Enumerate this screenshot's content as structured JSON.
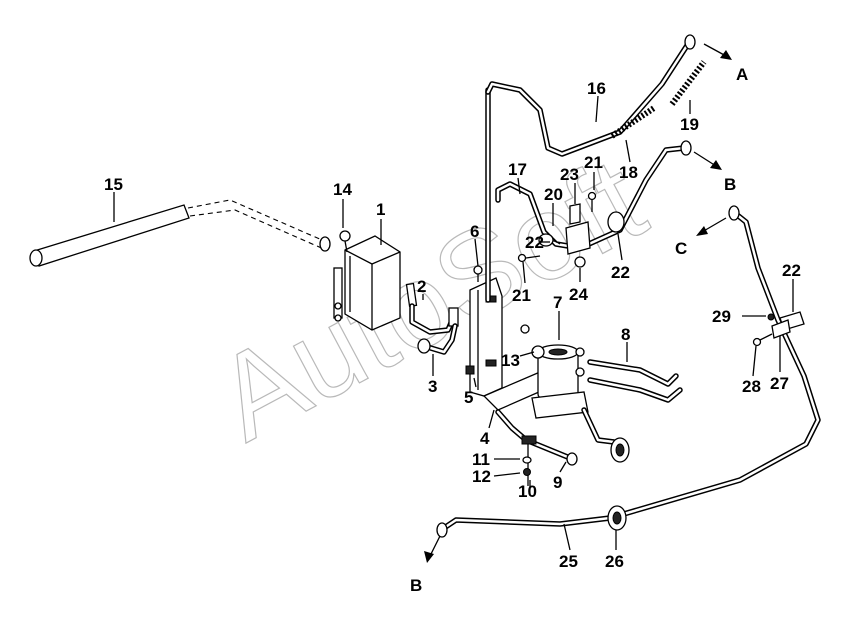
{
  "watermark": "AutoSoft",
  "callouts": [
    {
      "id": "1",
      "text": "1"
    },
    {
      "id": "2",
      "text": "2"
    },
    {
      "id": "3",
      "text": "3"
    },
    {
      "id": "4",
      "text": "4"
    },
    {
      "id": "5",
      "text": "5"
    },
    {
      "id": "6",
      "text": "6"
    },
    {
      "id": "7",
      "text": "7"
    },
    {
      "id": "8",
      "text": "8"
    },
    {
      "id": "9",
      "text": "9"
    },
    {
      "id": "10",
      "text": "10"
    },
    {
      "id": "11",
      "text": "11"
    },
    {
      "id": "12",
      "text": "12"
    },
    {
      "id": "13",
      "text": "13"
    },
    {
      "id": "14",
      "text": "14"
    },
    {
      "id": "15",
      "text": "15"
    },
    {
      "id": "16",
      "text": "16"
    },
    {
      "id": "17",
      "text": "17"
    },
    {
      "id": "18",
      "text": "18"
    },
    {
      "id": "19",
      "text": "19"
    },
    {
      "id": "20",
      "text": "20"
    },
    {
      "id": "21a",
      "text": "21"
    },
    {
      "id": "21b",
      "text": "21"
    },
    {
      "id": "22a",
      "text": "22"
    },
    {
      "id": "22b",
      "text": "22"
    },
    {
      "id": "22c",
      "text": "22"
    },
    {
      "id": "23",
      "text": "23"
    },
    {
      "id": "24",
      "text": "24"
    },
    {
      "id": "25",
      "text": "25"
    },
    {
      "id": "26",
      "text": "26"
    },
    {
      "id": "27",
      "text": "27"
    },
    {
      "id": "28",
      "text": "28"
    },
    {
      "id": "29",
      "text": "29"
    }
  ],
  "connectors": [
    {
      "id": "A",
      "text": "A"
    },
    {
      "id": "B1",
      "text": "B"
    },
    {
      "id": "B2",
      "text": "B"
    },
    {
      "id": "C",
      "text": "C"
    }
  ]
}
